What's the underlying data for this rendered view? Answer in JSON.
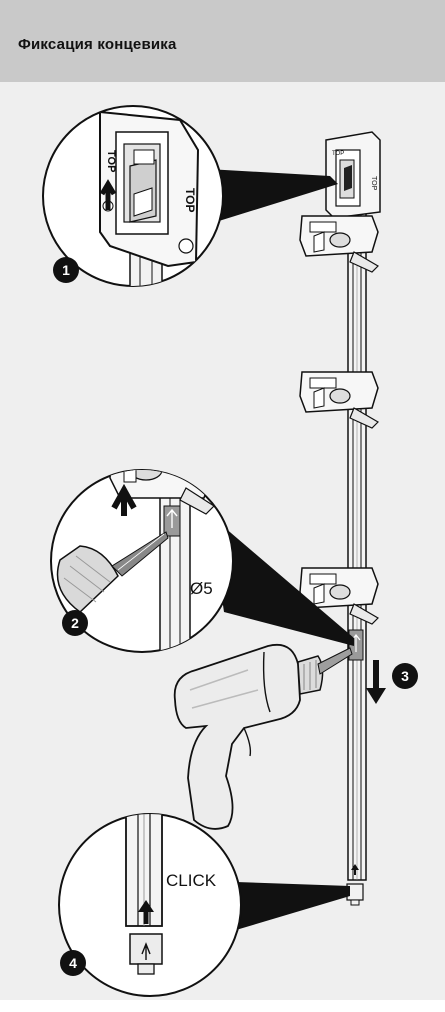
{
  "header": {
    "title": "Фиксация концевика"
  },
  "steps": {
    "s1": "1",
    "s2": "2",
    "s3": "3",
    "s4": "4"
  },
  "labels": {
    "diameter": "Ø5",
    "click": "CLICK",
    "top": "TOP",
    "top_left": "TOP"
  }
}
